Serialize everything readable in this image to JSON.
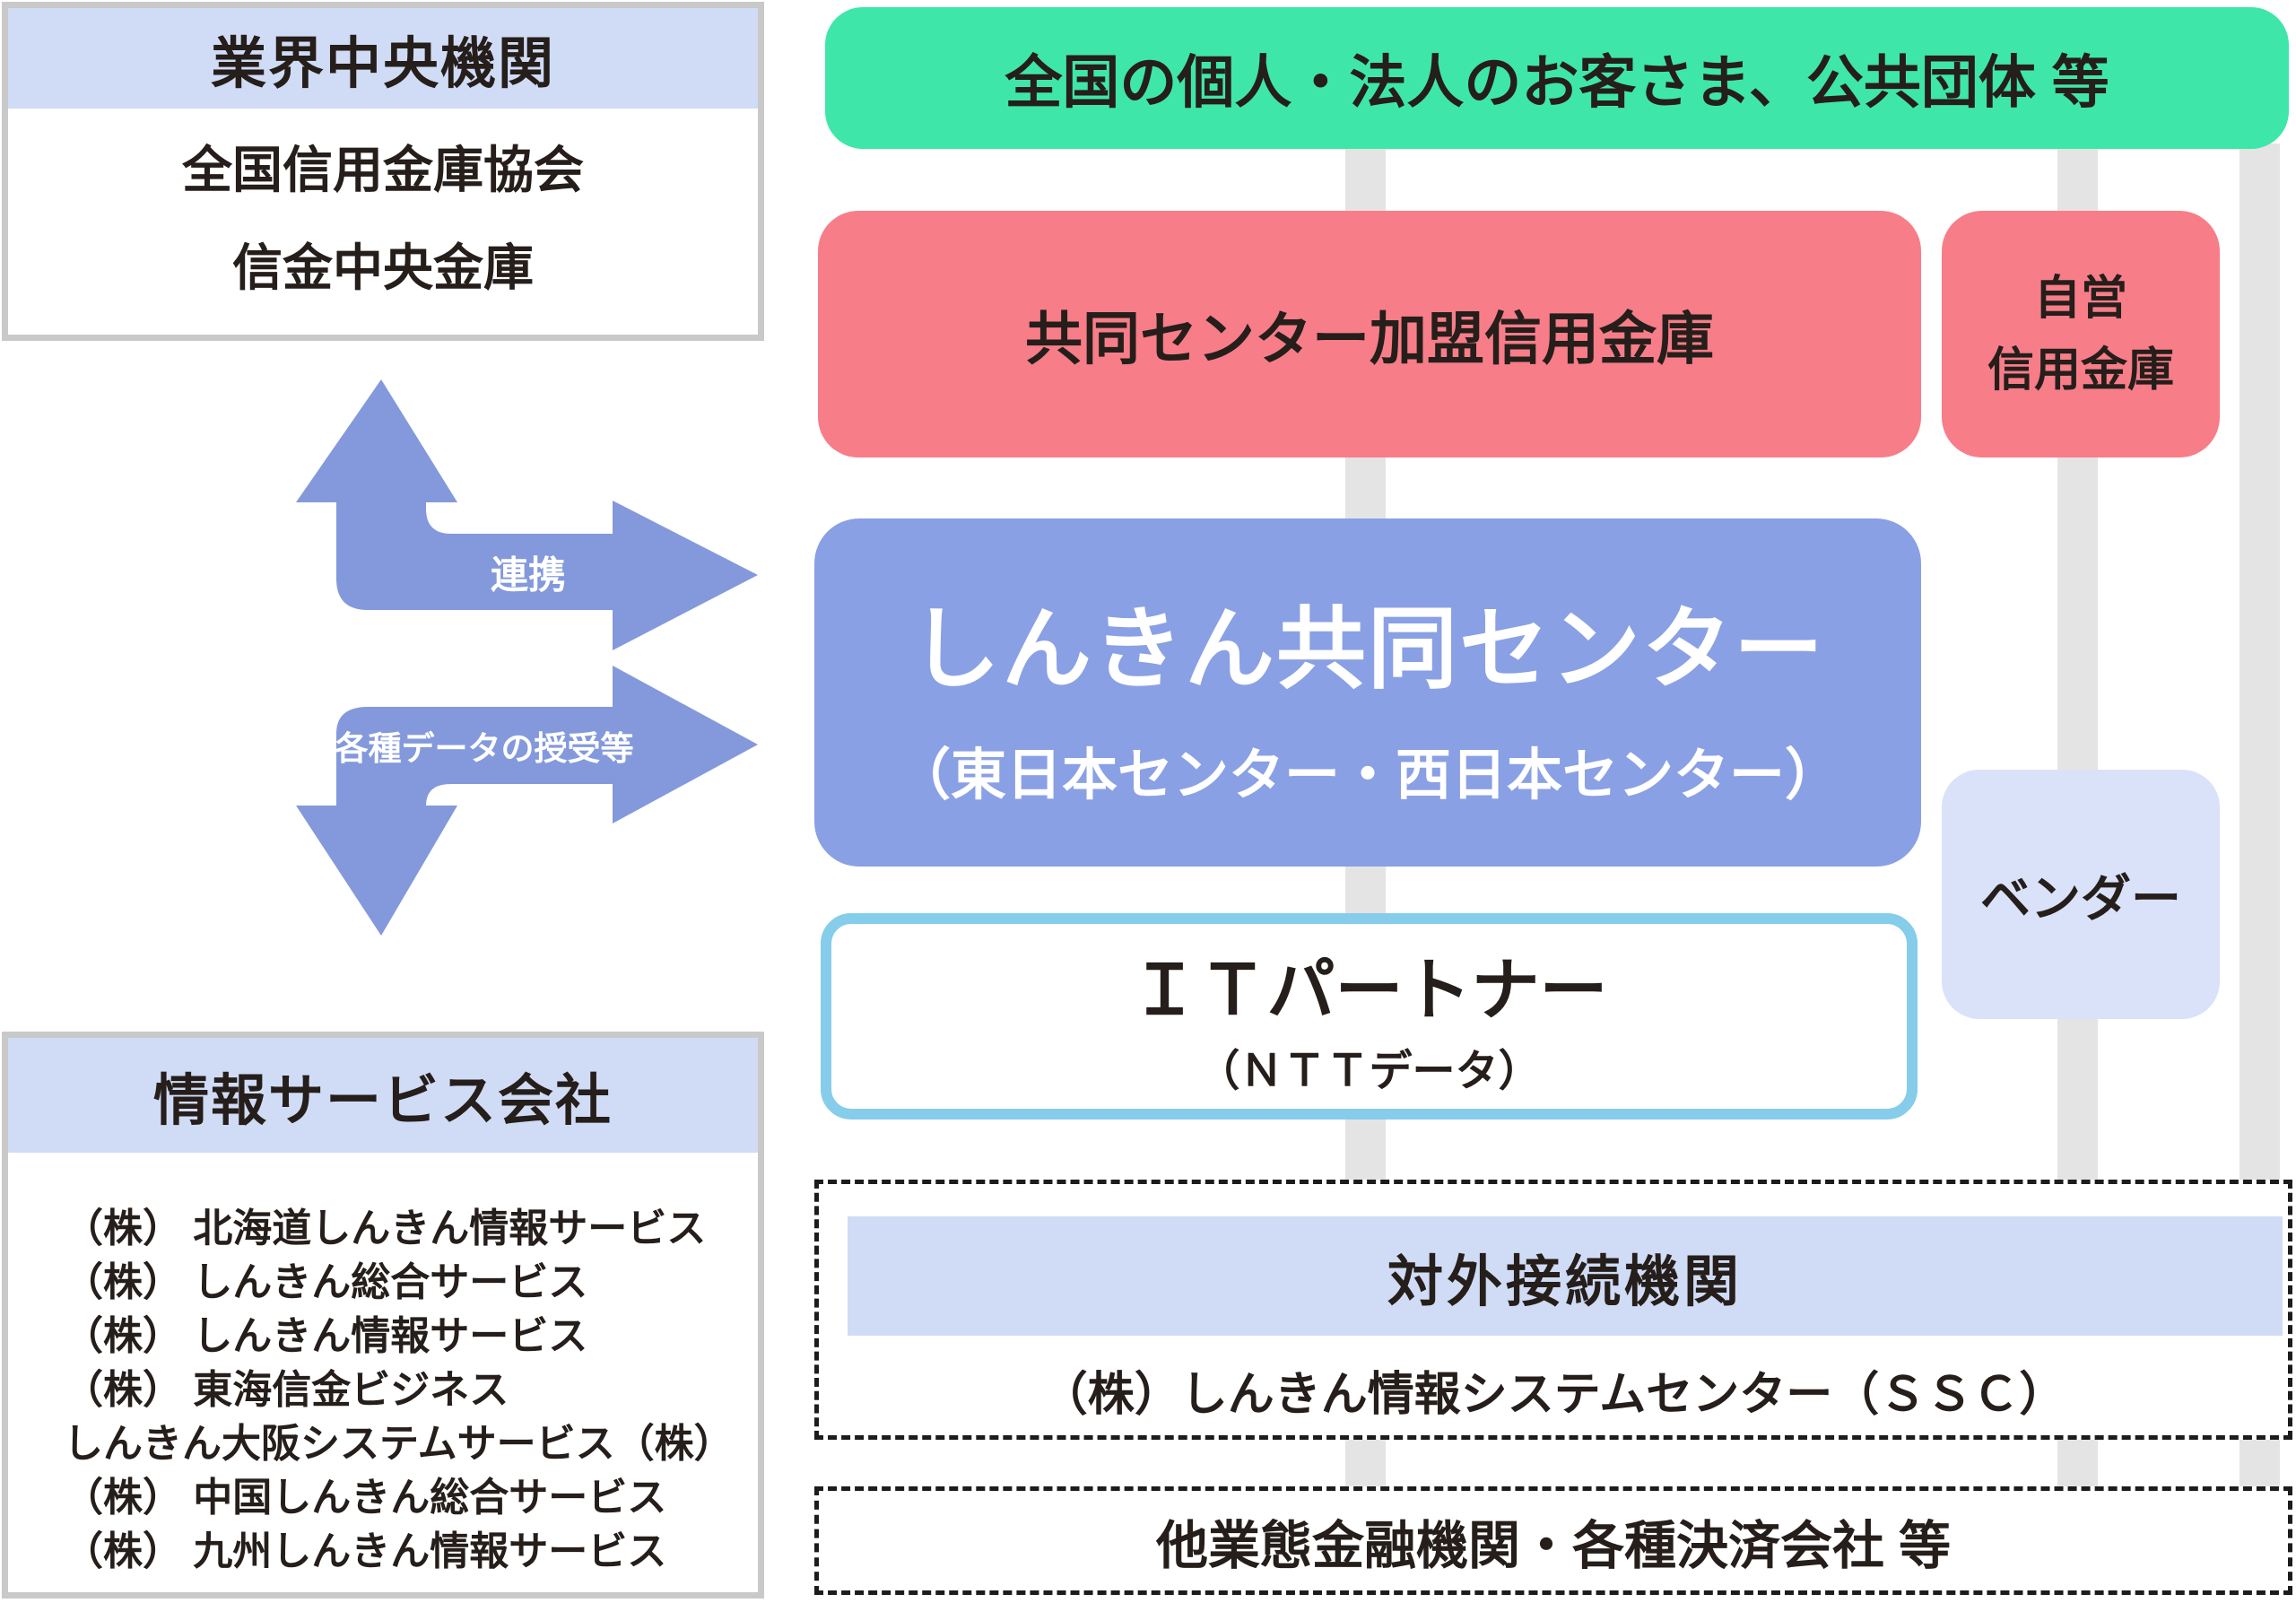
{
  "palette": {
    "green": "#3fe6aa",
    "red": "#f77d88",
    "blue": "#8aa0e4",
    "arrow": "#8399dc",
    "lav": "#d0dcf5",
    "vendor": "#d9e2f9",
    "cyan": "#85cdea",
    "ink": "#251e1b",
    "bar": "#e4e4e4",
    "boxborder": "#c9c9c9"
  },
  "industry_org": {
    "title": "業界中央機関",
    "members": [
      "全国信用金庫協会",
      "信金中央金庫"
    ]
  },
  "customers": {
    "label": "全国の個人・法人のお客さま、公共団体 等"
  },
  "member_banks": {
    "label": "共同センター加盟信用金庫"
  },
  "self_operated": {
    "line1": "自営",
    "line2": "信用金庫"
  },
  "joint_center": {
    "title": "しんきん共同センター",
    "subtitle": "（東日本センター・西日本センター）"
  },
  "vendor": {
    "label": "ベンダー"
  },
  "it_partner": {
    "title": "ＩＴパートナー",
    "subtitle": "（ＮＴＴデータ）"
  },
  "arrows": {
    "top_label": "連携",
    "bottom_label": "各種データの授受等"
  },
  "info_service": {
    "title": "情報サービス会社",
    "companies": [
      "（株） 北海道しんきん情報サービス",
      "（株） しんきん総合サービス",
      "（株） しんきん情報サービス",
      "（株） 東海信金ビジネス",
      "しんきん大阪システムサービス（株）",
      "（株） 中国しんきん総合サービス",
      "（株） 九州しんきん情報サービス"
    ]
  },
  "external_connection": {
    "title": "対外接続機関",
    "member": "（株）しんきん情報システムセンター（ＳＳＣ）"
  },
  "other_institutions": {
    "label": "他業態金融機関・各種決済会社 等"
  }
}
